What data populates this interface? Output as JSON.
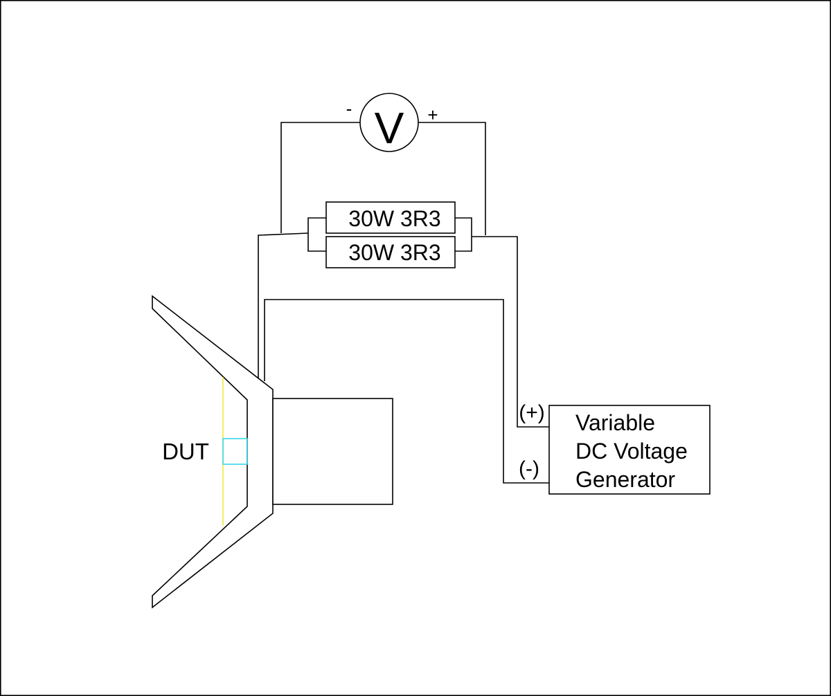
{
  "voltmeter": {
    "symbol": "V",
    "negative_terminal": "-",
    "positive_terminal": "+"
  },
  "resistors": [
    {
      "label": "30W 3R3"
    },
    {
      "label": "30W 3R3"
    }
  ],
  "generator": {
    "lines": [
      "Variable",
      "DC Voltage",
      "Generator"
    ],
    "positive_terminal": "(+)",
    "negative_terminal": "(-)"
  },
  "dut": {
    "label": "DUT"
  },
  "colors": {
    "line": "#000000",
    "background": "#ffffff",
    "dut_marker_yellow": "#f2ea3a",
    "dut_marker_cyan": "#36d6e8"
  }
}
